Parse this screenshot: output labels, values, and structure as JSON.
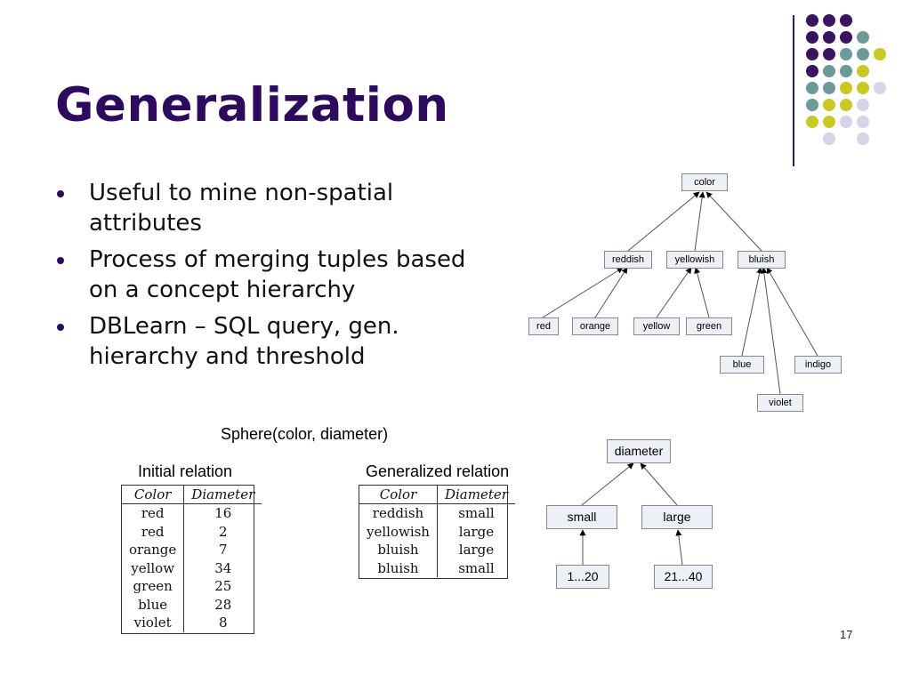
{
  "slide": {
    "title": "Generalization",
    "page_number": "17",
    "bullets": [
      "Useful to mine non-spatial attributes",
      "Process of merging tuples based on a concept hierarchy",
      "DBLearn – SQL query, gen. hierarchy and threshold"
    ],
    "schema_caption": "Sphere(color, diameter)"
  },
  "color_hierarchy": {
    "root": "color",
    "level1": [
      "reddish",
      "yellowish",
      "bluish"
    ],
    "level2": [
      "red",
      "orange",
      "yellow",
      "green",
      "blue",
      "indigo",
      "violet"
    ]
  },
  "diameter_hierarchy": {
    "root": "diameter",
    "level1": [
      "small",
      "large"
    ],
    "level2": [
      "1...20",
      "21...40"
    ]
  },
  "initial_relation": {
    "caption": "Initial relation",
    "headers": [
      "Color",
      "Diameter"
    ],
    "rows": [
      [
        "red",
        "16"
      ],
      [
        "red",
        "2"
      ],
      [
        "orange",
        "7"
      ],
      [
        "yellow",
        "34"
      ],
      [
        "green",
        "25"
      ],
      [
        "blue",
        "28"
      ],
      [
        "violet",
        "8"
      ]
    ]
  },
  "generalized_relation": {
    "caption": "Generalized relation",
    "headers": [
      "Color",
      "Diameter"
    ],
    "rows": [
      [
        "reddish",
        "small"
      ],
      [
        "yellowish",
        "large"
      ],
      [
        "bluish",
        "large"
      ],
      [
        "bluish",
        "small"
      ]
    ]
  },
  "colors": {
    "title": "#2e0a5e",
    "dot_purple": "#3a1460",
    "dot_teal": "#6b9a98",
    "dot_yellow": "#c9c826",
    "dot_lilac": "#d5d5e8"
  }
}
